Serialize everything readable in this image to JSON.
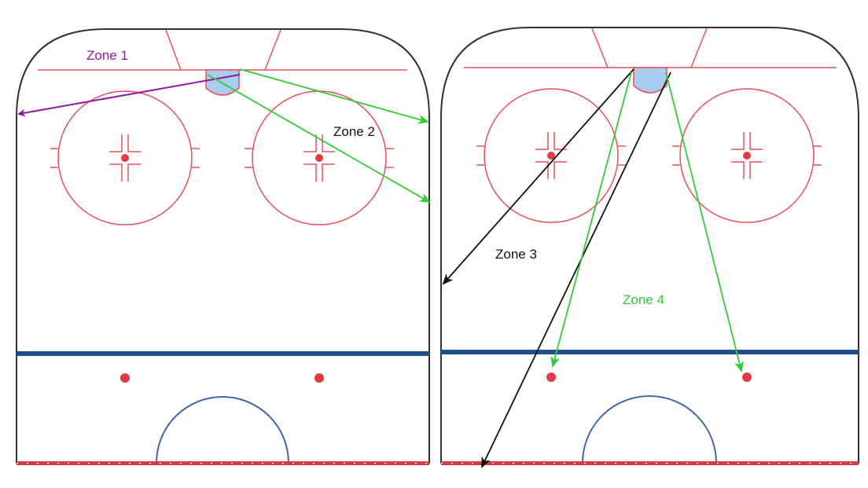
{
  "diagram": {
    "zones": [
      {
        "label": "Zone 1",
        "color": "#8e1aa0"
      },
      {
        "label": "Zone 2",
        "color": "#111111"
      },
      {
        "label": "Zone 3",
        "color": "#111111"
      },
      {
        "label": "Zone 4",
        "color": "#2ecc2e"
      }
    ],
    "colors": {
      "rink_line": "#e8505b",
      "blue_line": "#1f4e8c",
      "crease": "#a9cdef",
      "purple_arrow": "#8e1aa0",
      "green_arrow": "#33cc33",
      "black_arrow": "#111111"
    }
  }
}
